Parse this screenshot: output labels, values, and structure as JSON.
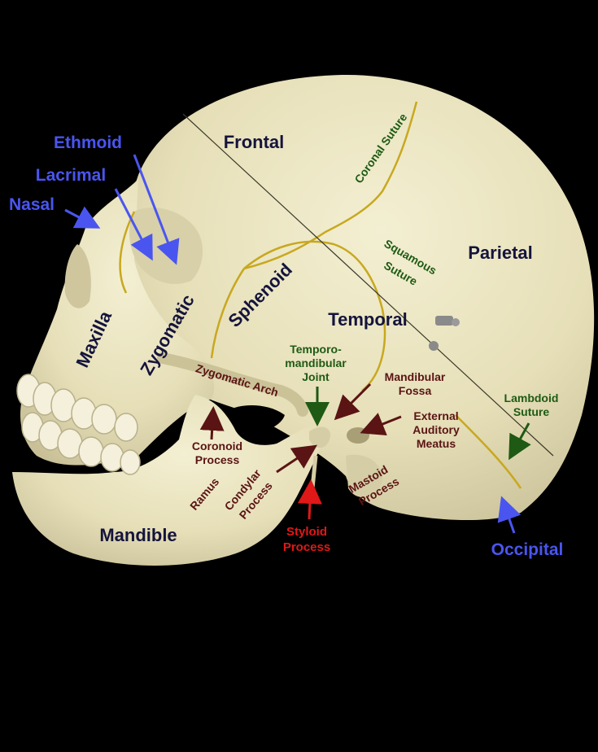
{
  "colors": {
    "background": "#000000",
    "bone": "#e9e3bf",
    "bone_shadow": "#b9b08a",
    "suture": "#c8a81e",
    "label_bone": "#14143c",
    "label_blue": "#4a55f0",
    "label_green": "#1e5a14",
    "label_maroon": "#5a1414",
    "label_red": "#e01818"
  },
  "labels": {
    "frontal": "Frontal",
    "parietal": "Parietal",
    "temporal": "Temporal",
    "sphenoid": "Sphenoid",
    "zygomatic": "Zygomatic",
    "maxilla": "Maxilla",
    "mandible": "Mandible",
    "ethmoid": "Ethmoid",
    "lacrimal": "Lacrimal",
    "nasal": "Nasal",
    "occipital": "Occipital",
    "coronal_suture": "Coronal Suture",
    "squamous_suture_1": "Squamous",
    "squamous_suture_2": "Suture",
    "lambdoid_suture_1": "Lambdoid",
    "lambdoid_suture_2": "Suture",
    "tmj_1": "Temporo-",
    "tmj_2": "mandibular",
    "tmj_3": "Joint",
    "mandibular_fossa_1": "Mandibular",
    "mandibular_fossa_2": "Fossa",
    "zygomatic_arch": "Zygomatic Arch",
    "external_auditory_1": "External",
    "external_auditory_2": "Auditory",
    "external_auditory_3": "Meatus",
    "coronoid_1": "Coronoid",
    "coronoid_2": "Process",
    "ramus": "Ramus",
    "condylar_1": "Condylar",
    "condylar_2": "Process",
    "mastoid_1": "Mastoid",
    "mastoid_2": "Process",
    "styloid_1": "Styloid",
    "styloid_2": "Process"
  }
}
